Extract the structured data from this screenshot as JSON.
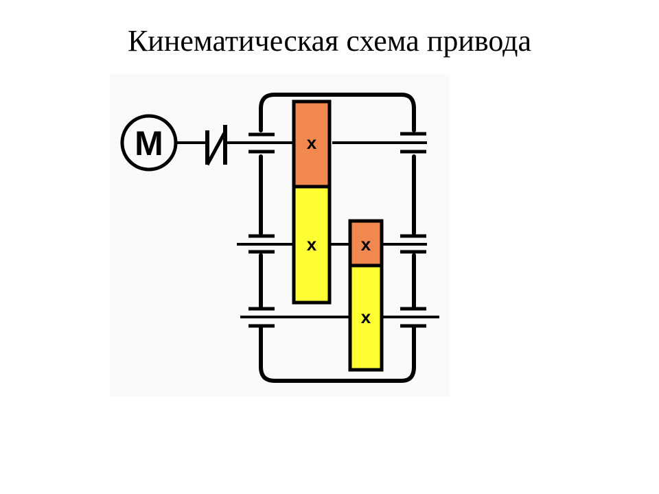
{
  "slide": {
    "title": "Кинематическая схема привода"
  },
  "diagram": {
    "motor_label": "М",
    "gear_mark": "x",
    "colors": {
      "driving_gear": "#f08850",
      "driven_gear": "#ffff33",
      "lines": "#000000",
      "panel_background": "#fafafa"
    }
  }
}
